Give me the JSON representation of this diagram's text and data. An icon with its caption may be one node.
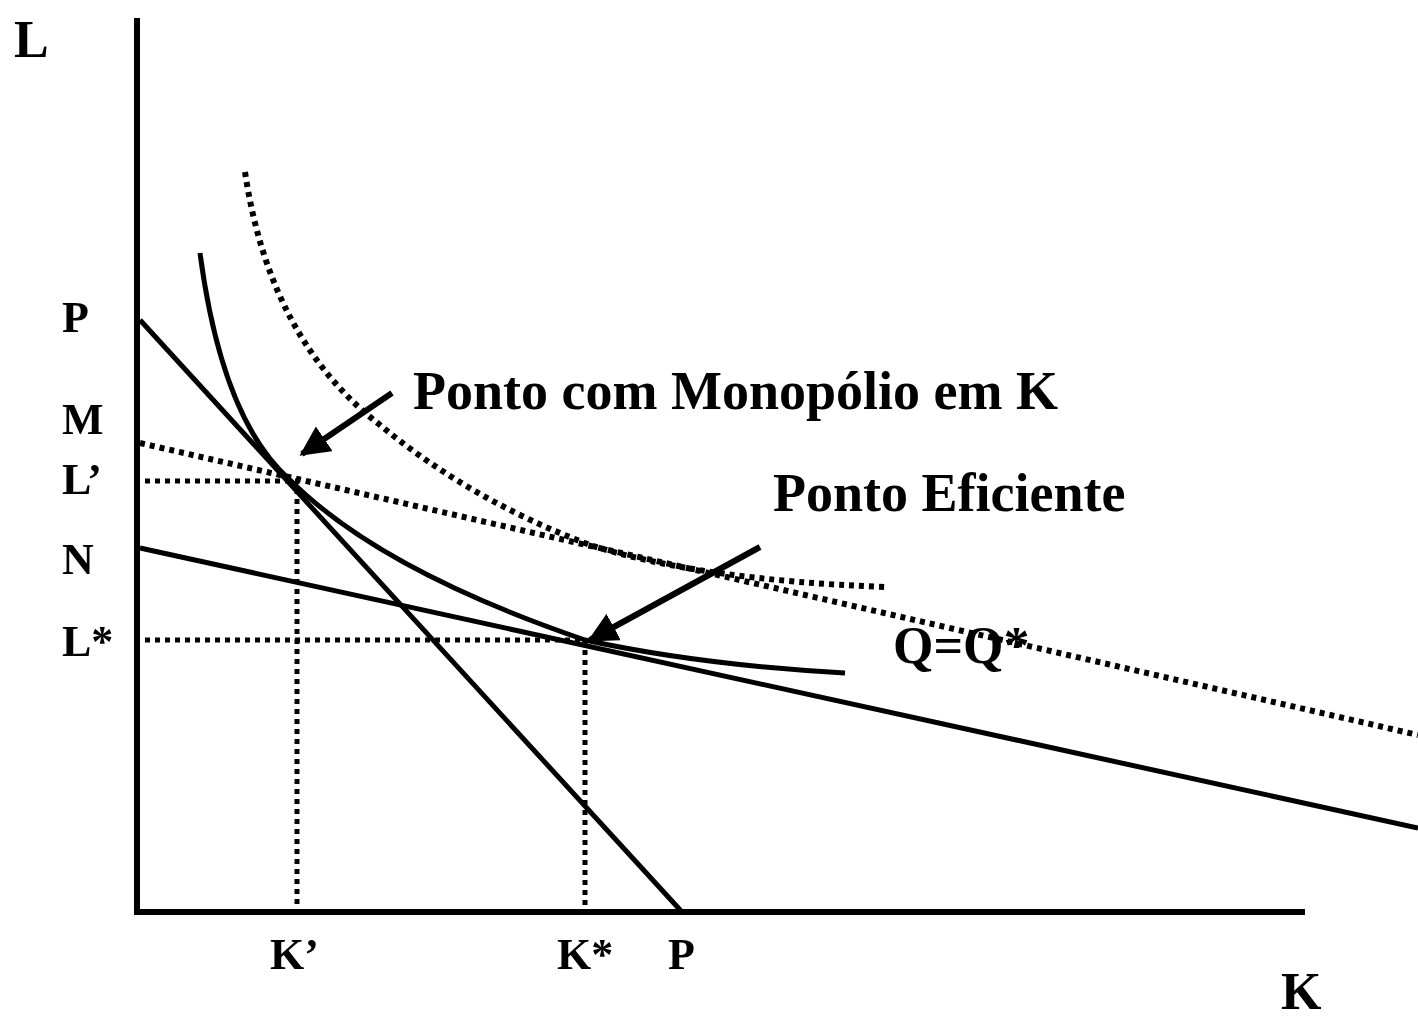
{
  "diagram": {
    "nodes": [
      {
        "text": [
          "Ponto com Monopólio em K"
        ]
      },
      {
        "text": [
          "Ponto Eficiente"
        ]
      }
    ],
    "edges": [
      {
        "from": 0,
        "to": null,
        "arrow": "to"
      },
      {
        "from": 1,
        "to": null,
        "arrow": "to"
      }
    ],
    "labels": [
      "L",
      "P",
      "M",
      "L’",
      "N",
      "L*",
      "Q=Q*",
      "K’",
      "K*",
      "P",
      "K"
    ]
  }
}
